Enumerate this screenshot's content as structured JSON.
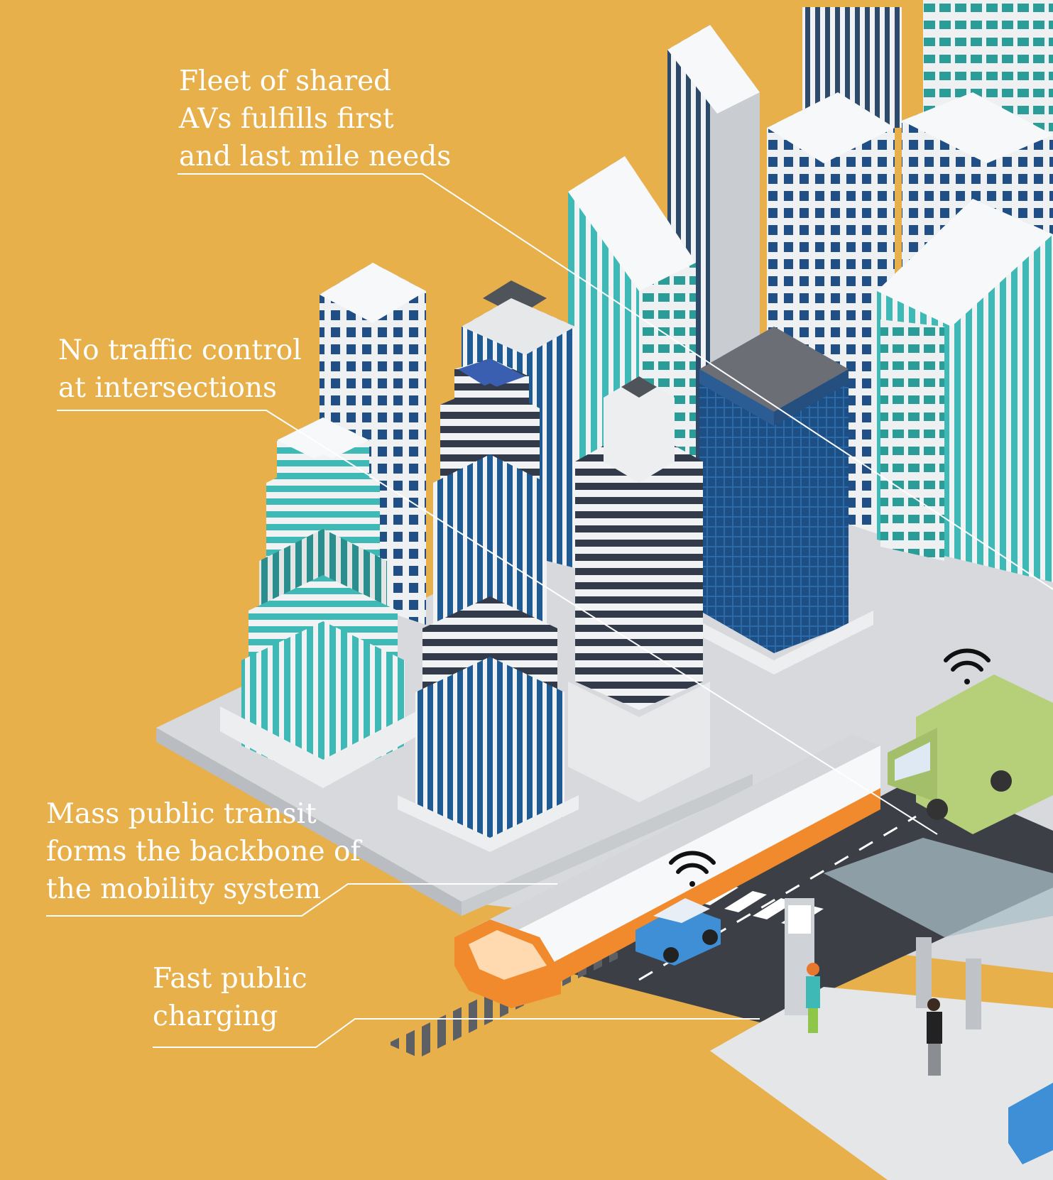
{
  "colors": {
    "background": "#e8b04a",
    "teal": "#3fb9b5",
    "navy": "#2d4a6b",
    "blue": "#1f5a92",
    "road": "#3c3f45",
    "train_orange": "#f08a2c",
    "truck_green": "#b6d07a",
    "car_blue": "#3e8fd6"
  },
  "callouts": {
    "fleet": {
      "lines": [
        "Fleet of shared",
        "AVs fulfills first",
        "and last mile needs"
      ]
    },
    "traffic": {
      "lines": [
        "No traffic control",
        "at intersections"
      ]
    },
    "transit": {
      "lines": [
        "Mass public transit",
        "forms the backbone of",
        "the mobility system"
      ]
    },
    "charging": {
      "lines": [
        "Fast public",
        "charging"
      ]
    }
  },
  "icons": [
    "wifi-icon",
    "wifi-icon"
  ]
}
